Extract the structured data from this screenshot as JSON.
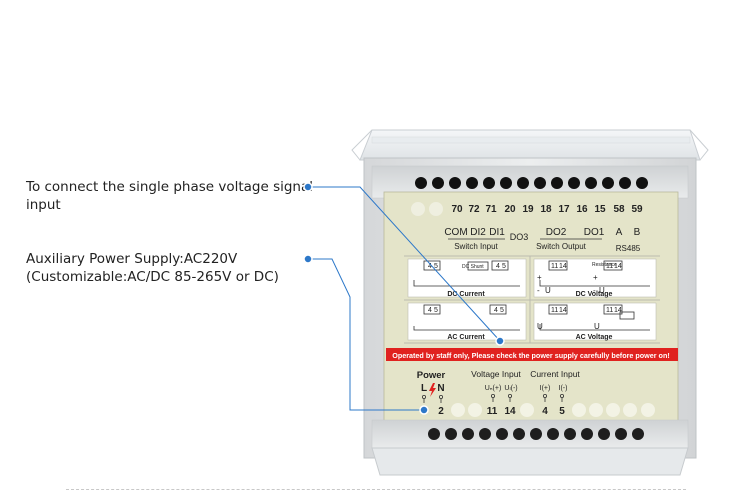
{
  "annotations": [
    {
      "line1": "To connect the single phase voltage signal",
      "line2": "input"
    },
    {
      "line1": "Auxiliary Power Supply:AC220V",
      "line2": "(Customizable:AC/DC 85-265V or DC)"
    }
  ],
  "device": {
    "top_terminals": [
      "70",
      "72",
      "71",
      "20",
      "19",
      "18",
      "17",
      "16",
      "15",
      "58",
      "59"
    ],
    "top_labels": [
      "COM",
      "DI2",
      "DI1",
      "DO3",
      "DO2",
      "DO1",
      "A",
      "B"
    ],
    "switch_input": "Switch Input",
    "switch_output": "Switch Output",
    "rs485": "RS485",
    "dc_current": "DC Current",
    "dc_voltage": "DC Voltage",
    "ac_current": "AC Current",
    "ac_voltage": "AC Voltage",
    "dc_shunt": "DC Shunt",
    "resistance": "Resistance",
    "warning": "Operated by staff only, Please check the power supply carefully before power on!",
    "power": "Power",
    "power_l": "L",
    "power_n": "N",
    "voltage_input": "Voltage Input",
    "current_input": "Current Input",
    "u_plus": "Uₙ(+)",
    "u_minus": "Uₗ(-)",
    "i_plus": "I(+)",
    "i_minus": "I(-)",
    "bottom_terminals": [
      "2",
      "11",
      "14",
      "4",
      "5"
    ],
    "box_t45": [
      "4",
      "5"
    ],
    "box_t1114": [
      "11",
      "14"
    ],
    "plus": "+",
    "minus": "-",
    "u": "U"
  },
  "colors": {
    "panel": "#e4e4c9",
    "warning_bg": "#e0221f",
    "callout": "#2d78c9"
  }
}
